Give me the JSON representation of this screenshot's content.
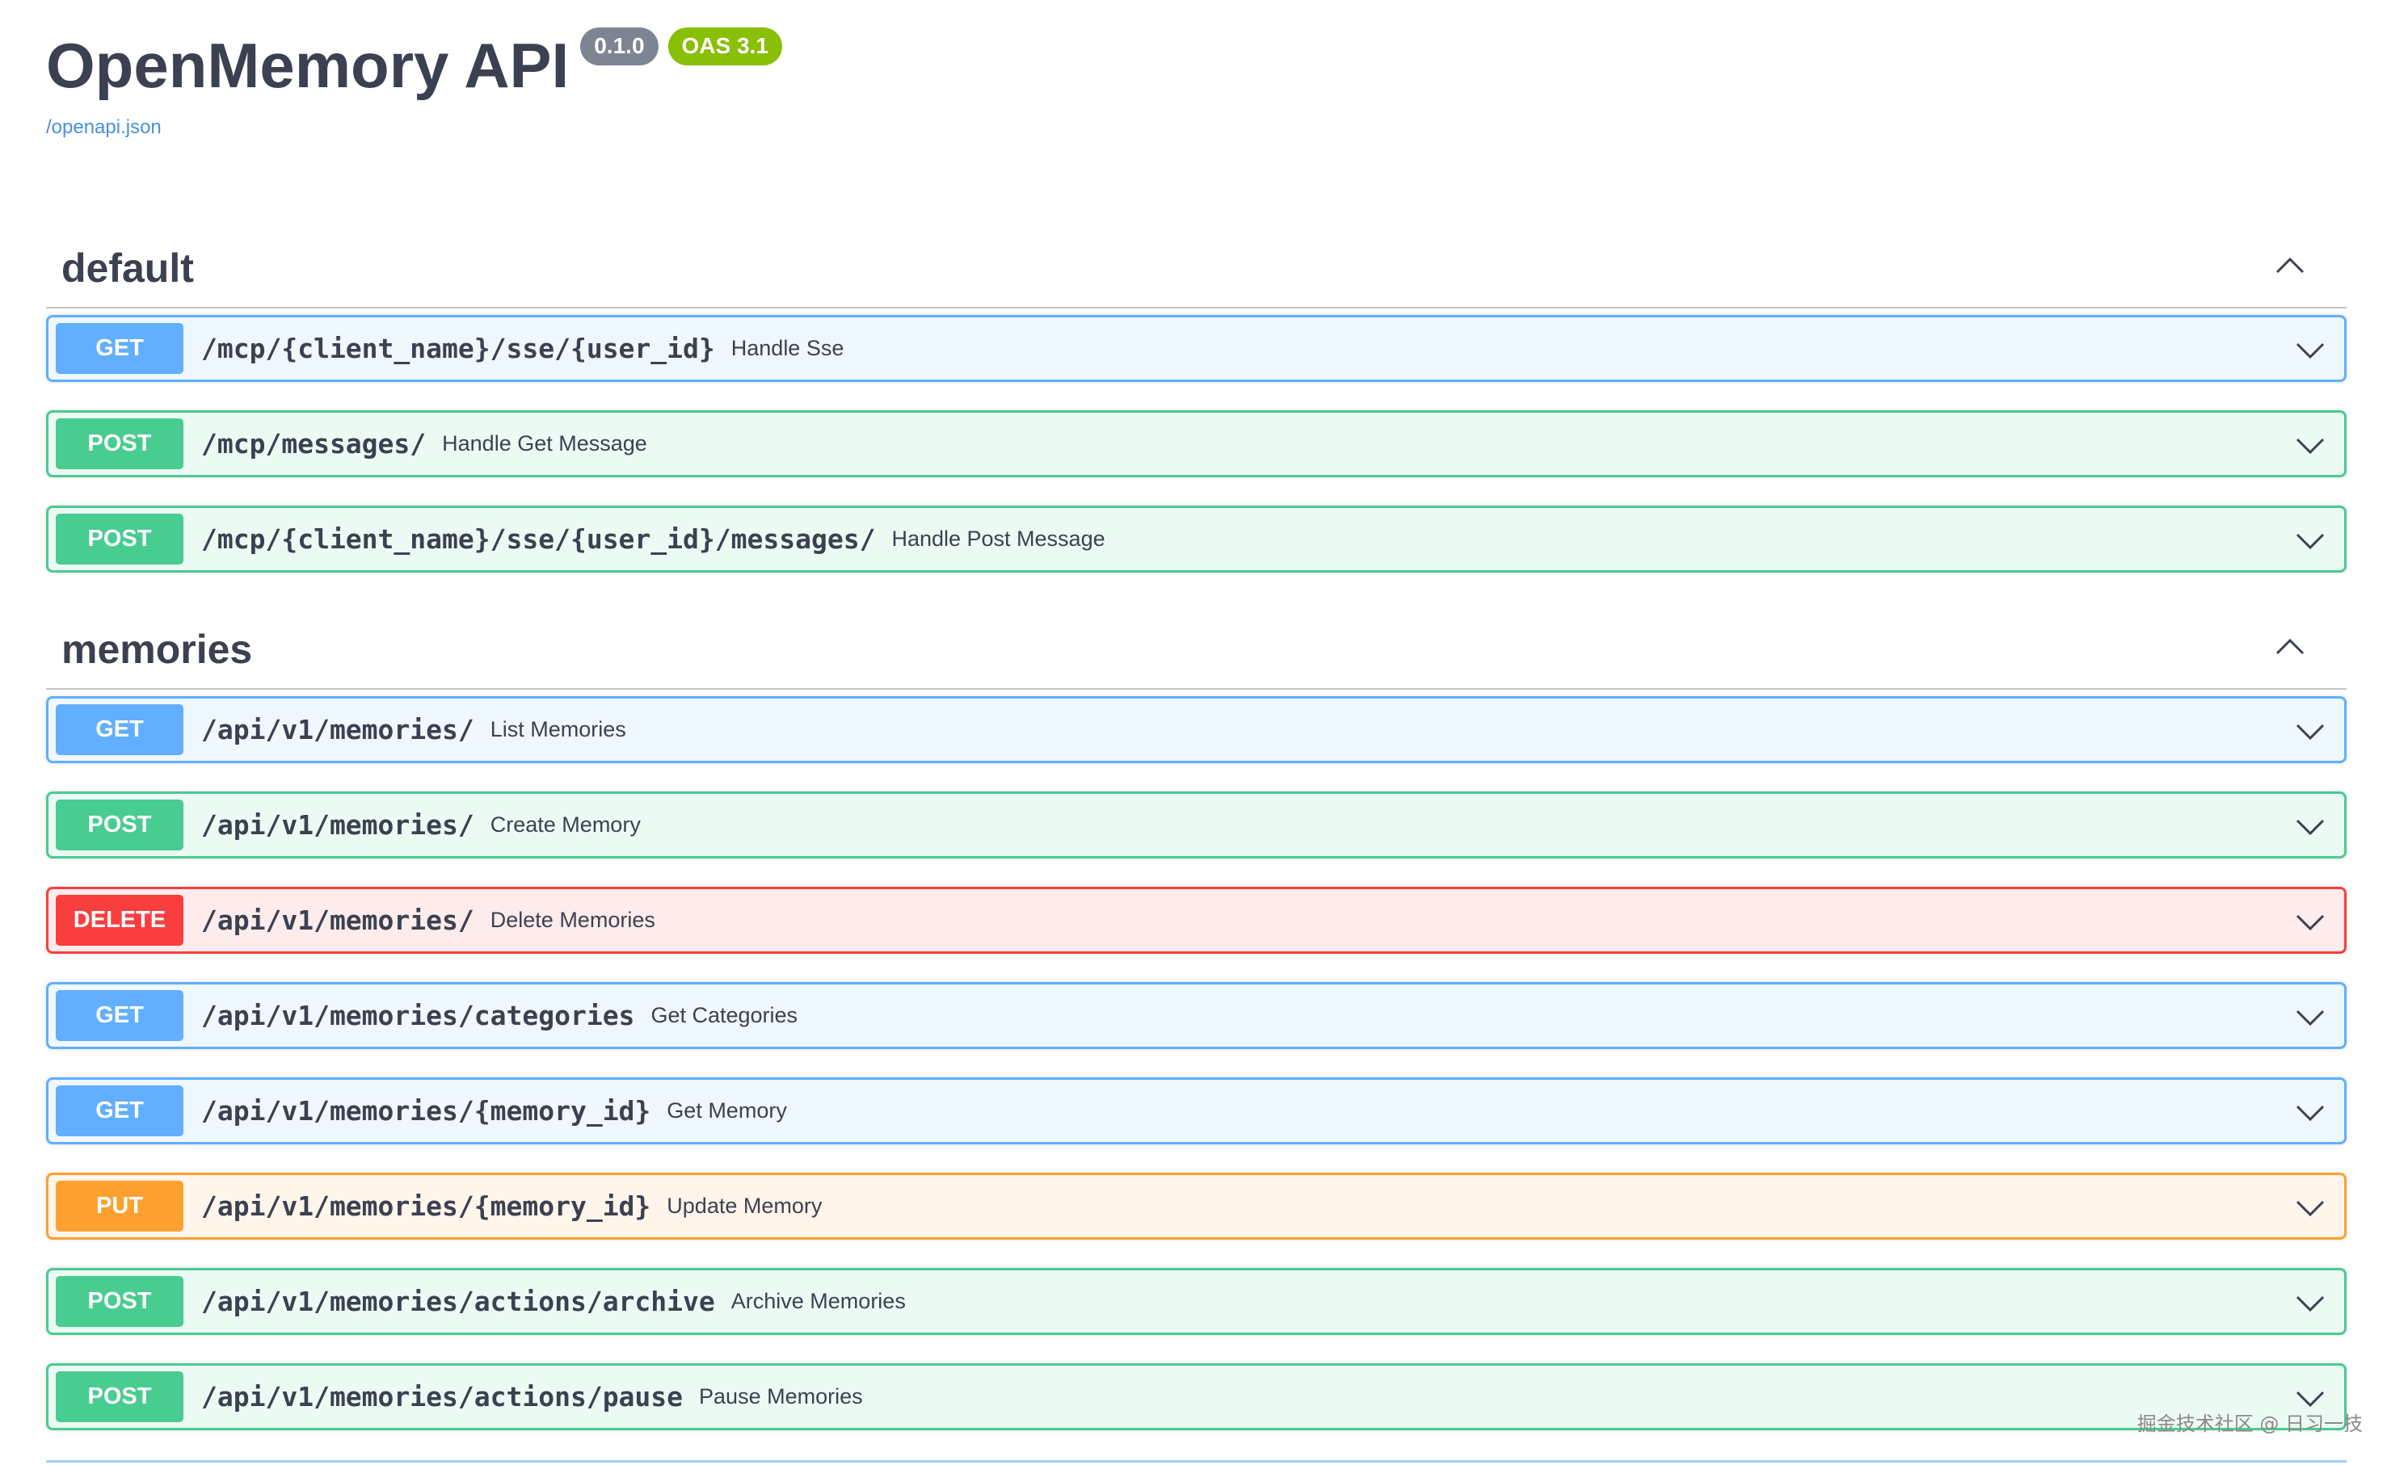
{
  "info": {
    "title": "OpenMemory API",
    "version": "0.1.0",
    "oas": "OAS 3.1",
    "spec_link": "/openapi.json"
  },
  "groups": [
    {
      "name": "default",
      "operations": [
        {
          "method": "GET",
          "path": "/mcp/{client_name}/sse/{user_id}",
          "summary": "Handle Sse"
        },
        {
          "method": "POST",
          "path": "/mcp/messages/",
          "summary": "Handle Get Message"
        },
        {
          "method": "POST",
          "path": "/mcp/{client_name}/sse/{user_id}/messages/",
          "summary": "Handle Post Message"
        }
      ]
    },
    {
      "name": "memories",
      "operations": [
        {
          "method": "GET",
          "path": "/api/v1/memories/",
          "summary": "List Memories"
        },
        {
          "method": "POST",
          "path": "/api/v1/memories/",
          "summary": "Create Memory"
        },
        {
          "method": "DELETE",
          "path": "/api/v1/memories/",
          "summary": "Delete Memories"
        },
        {
          "method": "GET",
          "path": "/api/v1/memories/categories",
          "summary": "Get Categories"
        },
        {
          "method": "GET",
          "path": "/api/v1/memories/{memory_id}",
          "summary": "Get Memory"
        },
        {
          "method": "PUT",
          "path": "/api/v1/memories/{memory_id}",
          "summary": "Update Memory"
        },
        {
          "method": "POST",
          "path": "/api/v1/memories/actions/archive",
          "summary": "Archive Memories"
        },
        {
          "method": "POST",
          "path": "/api/v1/memories/actions/pause",
          "summary": "Pause Memories"
        }
      ]
    }
  ],
  "watermark": "掘金技术社区 @ 日习一技",
  "icons": {
    "group_toggle": "chevron-up-icon",
    "operation_toggle": "chevron-down-icon"
  },
  "colors": {
    "get": "#61affe",
    "post": "#49cc90",
    "delete": "#f93e3e",
    "put": "#fca130",
    "version_badge": "#7d8492",
    "oas_badge": "#89bf04",
    "link": "#4990e2"
  }
}
